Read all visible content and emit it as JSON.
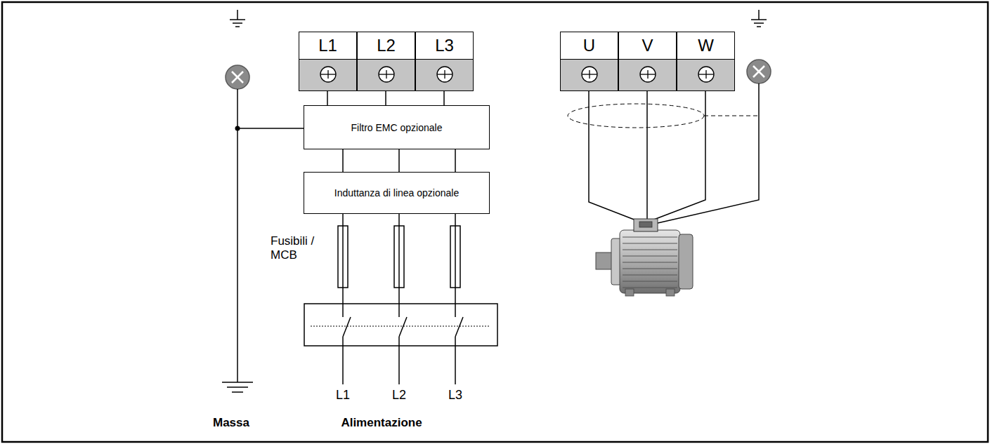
{
  "diagram": {
    "nodes": [
      {
        "text": [
          "L1"
        ]
      },
      {
        "text": [
          "L2"
        ]
      },
      {
        "text": [
          "L3"
        ]
      },
      {
        "text": [
          "U"
        ]
      },
      {
        "text": [
          "V"
        ]
      },
      {
        "text": [
          "W"
        ]
      },
      {
        "text": [
          "Filtro EMC opzionale"
        ]
      },
      {
        "text": [
          "Induttanza di linea opzionale"
        ]
      }
    ],
    "edges": [
      {
        "from": 0,
        "to": 6,
        "arrow": "none"
      },
      {
        "from": 1,
        "to": 6,
        "arrow": "none"
      },
      {
        "from": 2,
        "to": 6,
        "arrow": "none"
      },
      {
        "from": 6,
        "to": 7,
        "arrow": "none"
      },
      {
        "from": 6,
        "to": 7,
        "arrow": "none"
      },
      {
        "from": 6,
        "to": 7,
        "arrow": "none"
      }
    ],
    "labels": [
      "Fusibili / MCB",
      "L1",
      "L2",
      "L3",
      "Massa",
      "Alimentazione"
    ]
  }
}
